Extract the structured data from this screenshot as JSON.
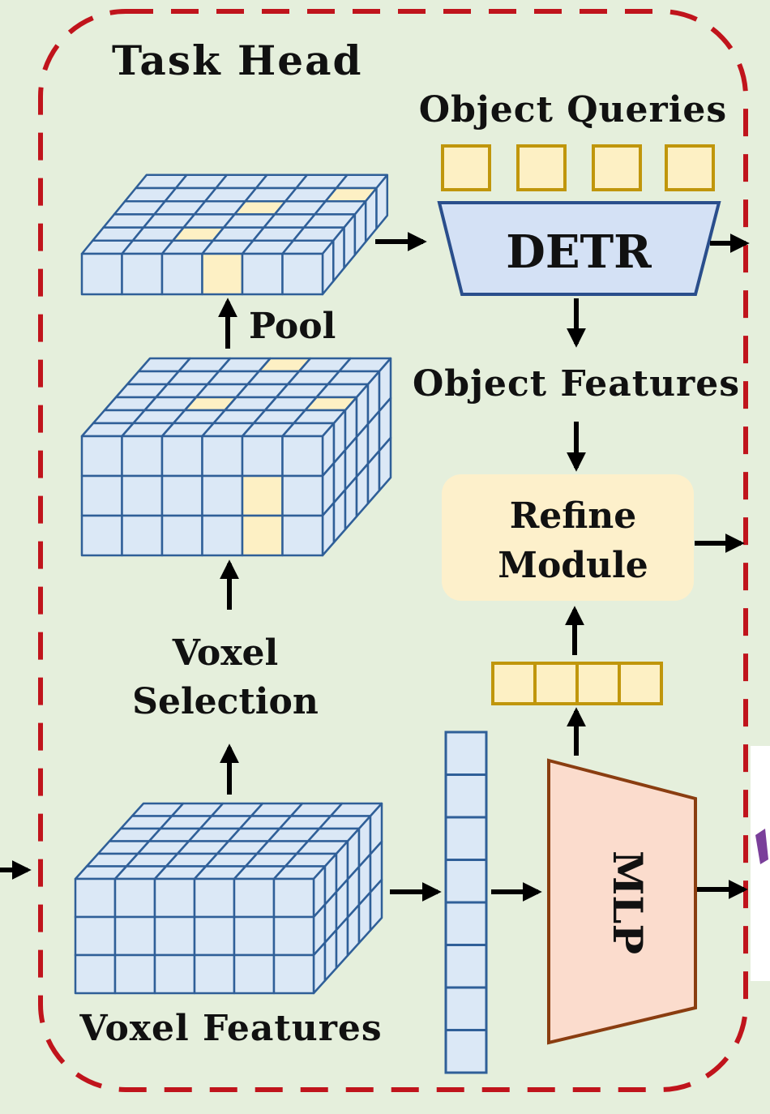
{
  "title": "Task Head",
  "labels": {
    "object_queries": "Object Queries",
    "detr": "DETR",
    "pool": "Pool",
    "object_features": "Object Features",
    "refine_line1": "Refine",
    "refine_line2": "Module",
    "voxel_selection_line1": "Voxel",
    "voxel_selection_line2": "Selection",
    "voxel_features": "Voxel Features",
    "mlp": "MLP"
  },
  "colors": {
    "panel_bg": "#e5efdc",
    "dashed_border": "#c0141c",
    "voxel_fill": "#dbe8f6",
    "voxel_stroke": "#2f5f98",
    "highlight_fill": "#fdf0c4",
    "query_fill": "#fdf0c4",
    "query_stroke": "#c0960c",
    "detr_fill": "#d4e1f5",
    "detr_stroke": "#2a4e8c",
    "refine_fill": "#fdf0cb",
    "mlp_fill": "#fbdccd",
    "mlp_stroke": "#8a3d10",
    "arrow": "#000000"
  }
}
